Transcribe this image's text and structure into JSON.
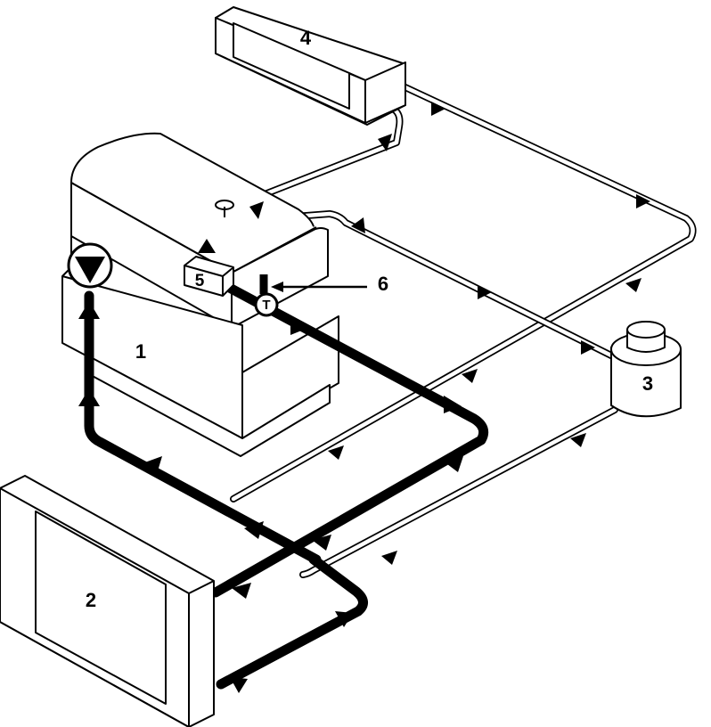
{
  "diagram": {
    "labels": {
      "engine": "1",
      "radiator": "2",
      "expansion_tank": "3",
      "heater_core": "4",
      "pump_housing": "5",
      "thermostat": "6",
      "thermostat_symbol": "T"
    }
  }
}
